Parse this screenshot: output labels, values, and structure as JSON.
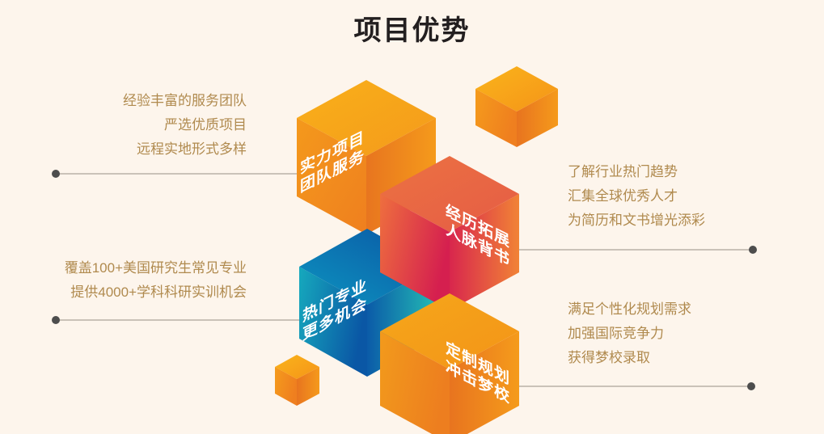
{
  "header": {
    "title": "项目优势"
  },
  "theme": {
    "background": "#fdf5ec",
    "title_color": "#231f20",
    "text_color": "#b08a4e",
    "line_color": "#b8b0a6",
    "dot_color": "#4d4d4d",
    "label_color": "#ffffff"
  },
  "cubes": [
    {
      "id": "cube-strength-team",
      "line1": "实力项目",
      "line2": "团队服务",
      "face": "left",
      "color_top": "#f7a41a",
      "color_left": "#f08a1c",
      "color_right": "#ef7b1f"
    },
    {
      "id": "cube-experience-network",
      "line1": "经历拓展",
      "line2": "人脉背书",
      "face": "right",
      "color_top": "#ea6a3c",
      "color_left": "#d62b4e",
      "color_right": "#ef7c33"
    },
    {
      "id": "cube-majors-opportunities",
      "line1": "热门专业",
      "line2": "更多机会",
      "face": "left",
      "color_top": "#0b5ca8",
      "color_left": "#0e9bc2",
      "color_right": "#1db3b6"
    },
    {
      "id": "cube-custom-plan-dream-school",
      "line1": "定制规划",
      "line2": "冲击梦校",
      "face": "right",
      "color_top": "#f5a01b",
      "color_left": "#ef8a1e",
      "color_right": "#ee7b20"
    }
  ],
  "callouts": {
    "top_left": {
      "align": "right",
      "lines": [
        "经验丰富的服务团队",
        "严选优质项目",
        "远程实地形式多样"
      ]
    },
    "top_right": {
      "align": "left",
      "lines": [
        "了解行业热门趋势",
        "汇集全球优秀人才",
        "为简历和文书增光添彩"
      ]
    },
    "bottom_left": {
      "align": "right",
      "lines": [
        "覆盖100+美国研究生常见专业",
        "提供4000+学科科研实训机会"
      ]
    },
    "bottom_right": {
      "align": "left",
      "lines": [
        "满足个性化规划需求",
        "加强国际竞争力",
        "获得梦校录取"
      ]
    }
  },
  "decorations": {
    "small_cube_top_right": "small-orange-cube",
    "small_cube_bottom_left": "small-orange-cube"
  }
}
